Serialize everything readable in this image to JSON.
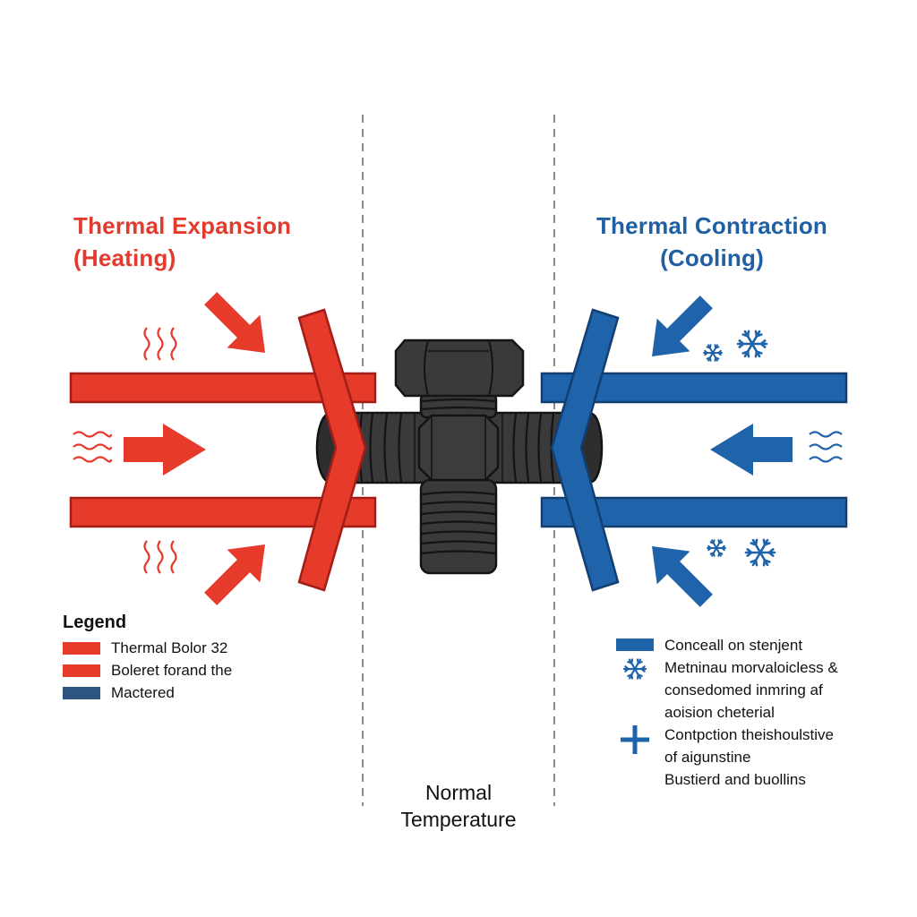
{
  "headings": {
    "expansion_line1": "Thermal Expansion",
    "expansion_line2": "(Heating)",
    "contraction_line1": "Thermal Contraction",
    "contraction_line2": "(Cooling)",
    "center_line1": "Normal",
    "center_line2": "Temperature"
  },
  "colors": {
    "heat": "#e63a2b",
    "heat_border": "#a31d17",
    "cold": "#1f63ab",
    "cold_border": "#123e70",
    "bolt": "#3a3a3c",
    "bolt_outline": "#141414",
    "dashed_line": "#8a8a8a",
    "legend_navy": "#2e5580"
  },
  "icons": {
    "heat_waves_vertical": "heat-wave-icon",
    "heat_waves_horizontal": "heat-wave-horizontal-icon",
    "cold_waves_horizontal": "cold-wave-icon",
    "snowflake": "snowflake-icon",
    "plus": "plus-icon",
    "bolt": "hex-bolt-icon"
  },
  "legend_left": {
    "title": "Legend",
    "items": [
      {
        "label": "Thermal Bolor 32",
        "swatch": "heat"
      },
      {
        "label": "Boleret forand the",
        "swatch": "heat"
      },
      {
        "label": "Mactered",
        "swatch": "legend_navy"
      }
    ]
  },
  "legend_right": {
    "items": [
      {
        "icon": "bar",
        "lines": [
          "Conceall on stenjent"
        ]
      },
      {
        "icon": "snowflake",
        "lines": [
          "Metninau morvaloicless &",
          "consedomed inmring af",
          "aoision cheterial"
        ]
      },
      {
        "icon": "plus",
        "lines": [
          "Contpction theishoulstive",
          "of aigunstine",
          "Bustierd and buollins"
        ]
      }
    ]
  }
}
